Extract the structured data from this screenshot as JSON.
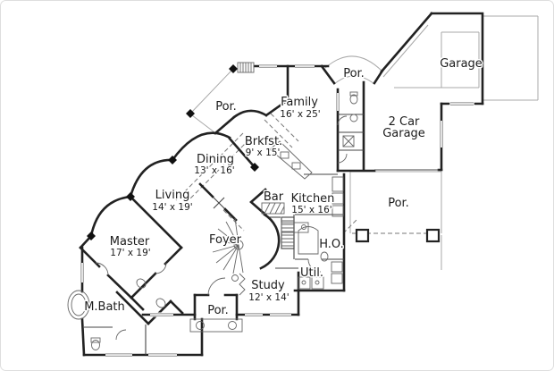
{
  "plan": {
    "rooms": {
      "garage": {
        "label": "Garage"
      },
      "two_car": {
        "label_line1": "2 Car",
        "label_line2": "Garage"
      },
      "family": {
        "label": "Family",
        "dims": "16' x 25'"
      },
      "breakfast": {
        "label": "Brkfst.",
        "dims": "9' x 15'"
      },
      "dining": {
        "label": "Dining",
        "dims": "13' x 16'"
      },
      "living": {
        "label": "Living",
        "dims": "14' x 19'"
      },
      "kitchen": {
        "label": "Kitchen",
        "dims": "15' x 16'"
      },
      "master": {
        "label": "Master",
        "dims": "17' x 19'"
      },
      "study": {
        "label": "Study",
        "dims": "12' x 14'"
      },
      "bar": {
        "label": "Bar"
      },
      "foyer": {
        "label": "Foyer"
      },
      "utility": {
        "label": "Util."
      },
      "half_office": {
        "label": "H.O."
      },
      "master_bath": {
        "label": "M.Bath"
      },
      "porch_top_right": {
        "label": "Por."
      },
      "porch_upper_left": {
        "label": "Por."
      },
      "porch_side": {
        "label": "Por."
      },
      "porch_front": {
        "label": "Por."
      }
    },
    "colors": {
      "wall": "#222222",
      "light_lines": "#a8a8a8",
      "text": "#1c1c1c",
      "background": "#ffffff"
    }
  }
}
